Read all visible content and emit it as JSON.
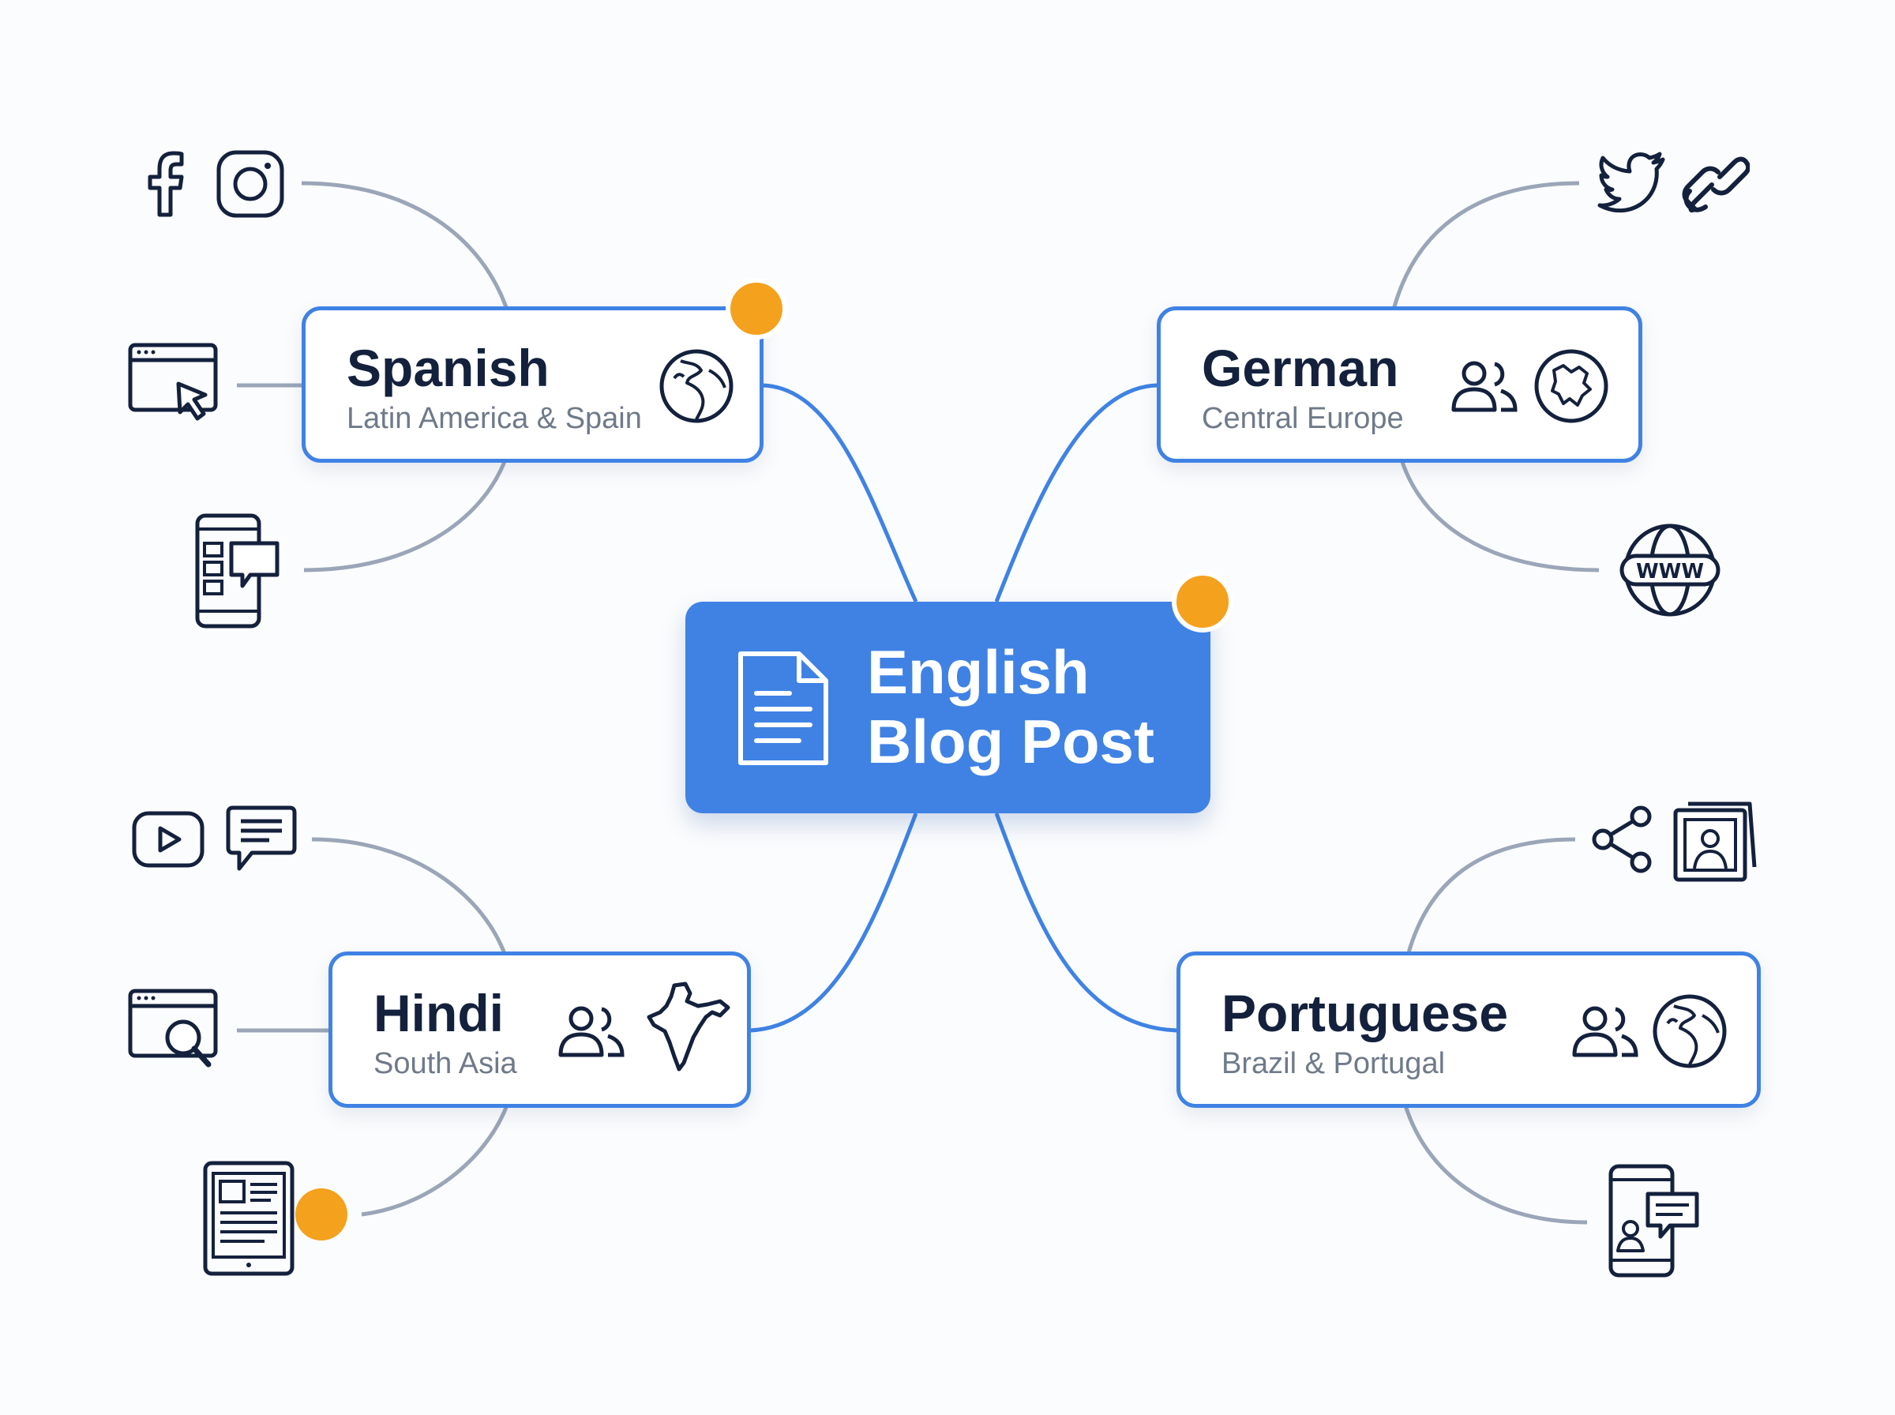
{
  "diagram": {
    "center": {
      "title_line1": "English",
      "title_line2": "Blog Post",
      "icon": "document-icon"
    },
    "languages": [
      {
        "title": "Spanish",
        "subtitle": "Latin America & Spain",
        "icons": [
          "globe-americas-icon"
        ]
      },
      {
        "title": "German",
        "subtitle": "Central Europe",
        "icons": [
          "users-icon",
          "globe-europe-icon"
        ]
      },
      {
        "title": "Hindi",
        "subtitle": "South Asia",
        "icons": [
          "users-icon",
          "india-map-icon"
        ]
      },
      {
        "title": "Portuguese",
        "subtitle": "Brazil & Portugal",
        "icons": [
          "users-icon",
          "globe-americas-icon"
        ]
      }
    ],
    "channels": {
      "spanish": [
        "facebook-icon",
        "instagram-icon",
        "browser-cursor-icon",
        "mobile-chat-icon"
      ],
      "german": [
        "twitter-icon",
        "link-icon",
        "www-globe-icon"
      ],
      "hindi": [
        "video-play-icon",
        "comment-icon",
        "browser-search-icon",
        "tablet-article-icon"
      ],
      "portuguese": [
        "share-icon",
        "photo-profile-icon",
        "mobile-profile-chat-icon"
      ]
    },
    "colors": {
      "accent": "#3f82e4",
      "highlight": "#f4a11d",
      "connector": "#9aa6b8",
      "text": "#14213d",
      "subtext": "#6f7a8a"
    }
  }
}
